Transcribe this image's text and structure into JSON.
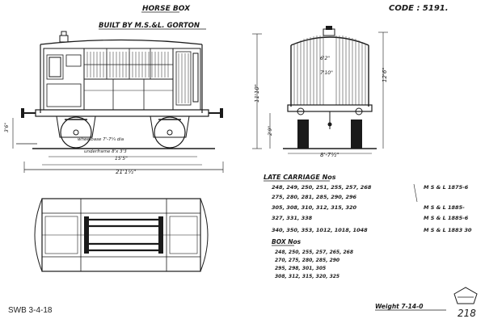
{
  "title": "HORSE BOX",
  "code": "CODE : 5191.",
  "builder": "BUILT BY M.S.&L. GORTON",
  "dimensions": {
    "length_over_buffers": "21'1½\"",
    "wheelbase_note": "wheelbase 7'-7¼ dia",
    "underframe_note": "underframe 8'x 3'3",
    "body_length": "15'5\"",
    "overall_width": "8'-7½\"",
    "buffer_height": "3'6\"",
    "height_total": "11'10\"",
    "height_roof": "12'6\"",
    "height_body": "7'10\"",
    "height_centre": "6'2\"",
    "step_height": "2'9\""
  },
  "late_carriage_heading": "LATE CARRIAGE Nos",
  "late_carriage_rows": [
    {
      "numbers": "248, 249, 250, 251, 255, 257, 268",
      "ref": "M S & L 1875-6"
    },
    {
      "numbers": "275, 280, 281, 285, 290, 296",
      "ref": ""
    },
    {
      "numbers": "305, 308, 310, 312, 315, 320",
      "ref": "M S & L 1885-"
    },
    {
      "numbers": "327, 331, 338",
      "ref": "M S & L 1885-6"
    },
    {
      "numbers": "340, 350, 353, 1012, 1018, 1048",
      "ref": "M S & L 1883 30"
    }
  ],
  "box_heading": "BOX Nos",
  "box_rows": [
    "248, 250, 255, 257, 265, 268",
    "270, 275, 280, 285, 290",
    "295, 298, 301, 305",
    "308, 312, 315, 320, 325"
  ],
  "weight": "Weight 7-14-0",
  "footer_label": "SWB 3-4-18",
  "page_number": "218"
}
